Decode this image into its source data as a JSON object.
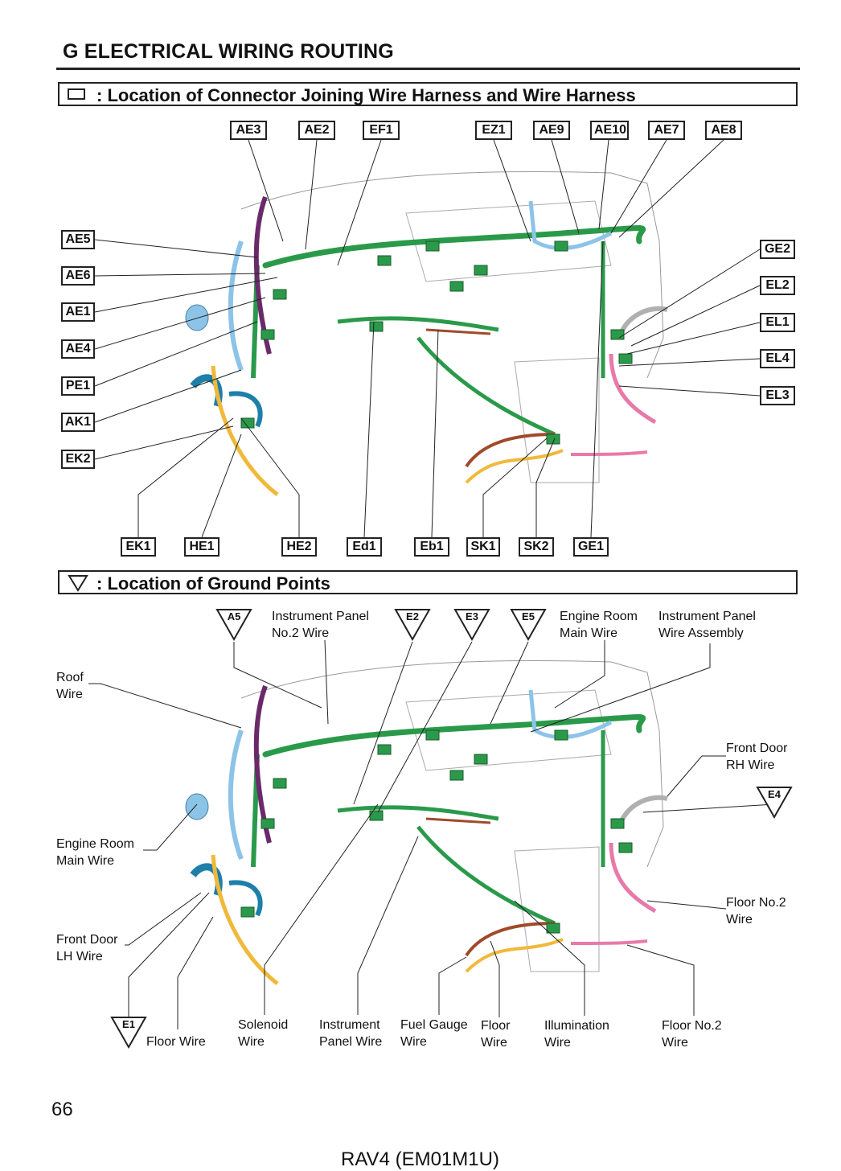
{
  "page": {
    "title": "G  ELECTRICAL WIRING ROUTING",
    "page_number": "66",
    "footer": "RAV4 (EM01M1U)"
  },
  "section_connectors": {
    "title": ": Location of Connector Joining Wire Harness and Wire Harness",
    "top_labels": [
      "AE3",
      "AE2",
      "EF1",
      "EZ1",
      "AE9",
      "AE10",
      "AE7",
      "AE8"
    ],
    "left_labels": [
      "AE5",
      "AE6",
      "AE1",
      "AE4",
      "PE1",
      "AK1",
      "EK2"
    ],
    "right_labels": [
      "GE2",
      "EL2",
      "EL1",
      "EL4",
      "EL3"
    ],
    "bottom_labels": [
      "EK1",
      "HE1",
      "HE2",
      "Ed1",
      "Eb1",
      "SK1",
      "SK2",
      "GE1"
    ]
  },
  "section_ground": {
    "title": ": Location of Ground Points",
    "ground_points": [
      "A5",
      "E2",
      "E3",
      "E5",
      "E4",
      "E1"
    ],
    "wire_labels": {
      "ip_no2": "Instrument Panel\nNo.2 Wire",
      "engine_room_top": "Engine Room\nMain Wire",
      "ip_assembly": "Instrument Panel\nWire Assembly",
      "roof": "Roof\nWire",
      "engine_room_left": "Engine Room\nMain Wire",
      "front_door_lh": "Front Door\nLH Wire",
      "front_door_rh": "Front Door\nRH Wire",
      "floor_no2_right": "Floor No.2\nWire",
      "floor_left": "Floor Wire",
      "solenoid": "Solenoid\nWire",
      "instrument_panel": "Instrument\nPanel Wire",
      "fuel_gauge": "Fuel Gauge\nWire",
      "floor_bottom": "Floor\nWire",
      "illumination": "Illumination\nWire",
      "floor_no2_bottom": "Floor No.2\nWire"
    }
  },
  "colors": {
    "harness_green": "#2a9a4a",
    "harness_blue": "#8cc4e8",
    "harness_yellow": "#f0b93a",
    "harness_pink": "#e87aa8",
    "harness_purple": "#6a2a6a",
    "harness_brown": "#a04a2a",
    "harness_teal": "#1e7fa8",
    "harness_gray": "#b0b0b0"
  }
}
